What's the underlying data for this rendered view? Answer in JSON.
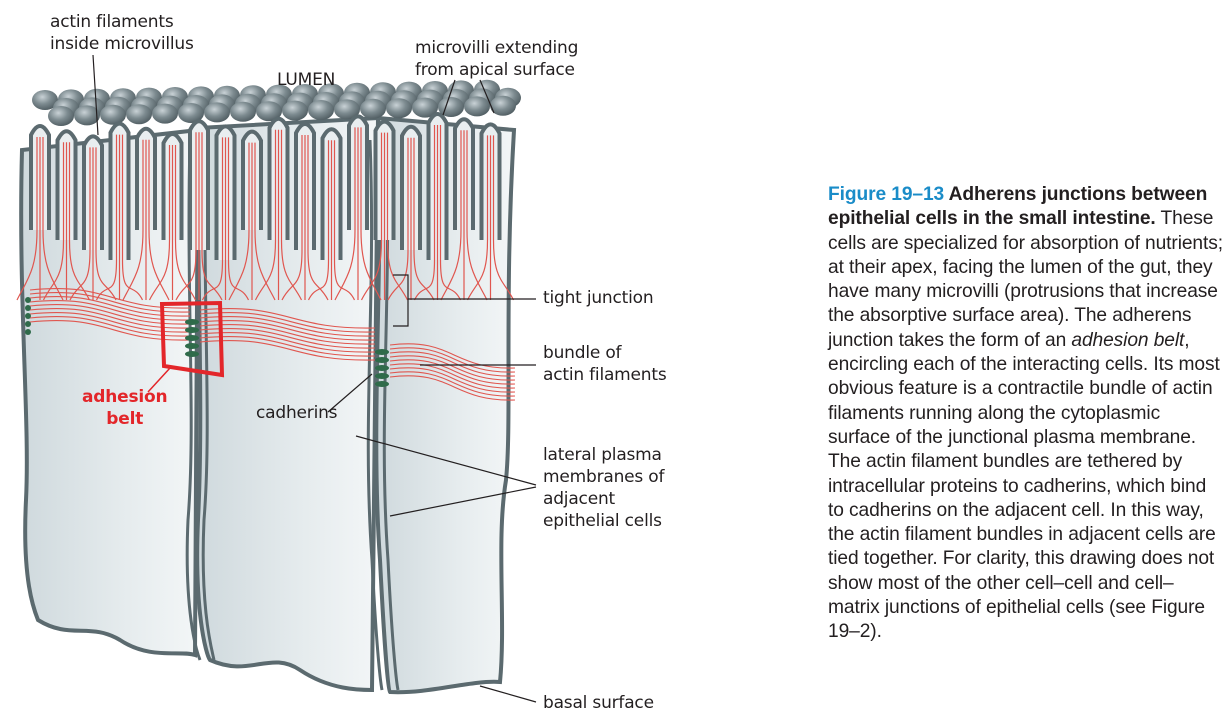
{
  "figure": {
    "labels": {
      "actin_inside": "actin filaments\ninside microvillus",
      "lumen": "LUMEN",
      "microvilli": "microvilli extending\nfrom apical surface",
      "tight_junction": "tight junction",
      "bundle": "bundle of\nactin filaments",
      "adhesion_belt": "adhesion\nbelt",
      "cadherins": "cadherins",
      "lateral": "lateral plasma\nmembranes of\nadjacent\nepithelial cells",
      "basal": "basal surface"
    },
    "colors": {
      "membrane": "#5b6a6f",
      "cytoplasm": "#dfe6e9",
      "actin": "#e0564f",
      "cadherin": "#2f6b4a",
      "highlight": "#e3262a",
      "figure_number": "#1a8cc8"
    }
  },
  "caption": {
    "figure_number": "Figure 19–13",
    "title": " Adherens junctions between epithelial cells in the small intestine.",
    "body_1": " These cells are specialized for absorption of nutrients; at their apex, facing the lumen of the gut, they have many microvilli (protrusions that increase the absorptive surface area). The adherens junction takes the form of an ",
    "italic_term": "adhesion belt",
    "body_2": ", encircling each of the interacting cells. Its most obvious feature is a contractile bundle of actin filaments running along the cytoplasmic surface of the junctional plasma membrane. The actin filament bundles are tethered by intracellular proteins to cadherins, which bind to cadherins on the adjacent cell. In this way, the actin filament bundles in adjacent cells are tied together. For clarity, this drawing does not show most of the other cell–cell and cell–matrix junctions of epithelial cells (see Figure 19–2)."
  }
}
